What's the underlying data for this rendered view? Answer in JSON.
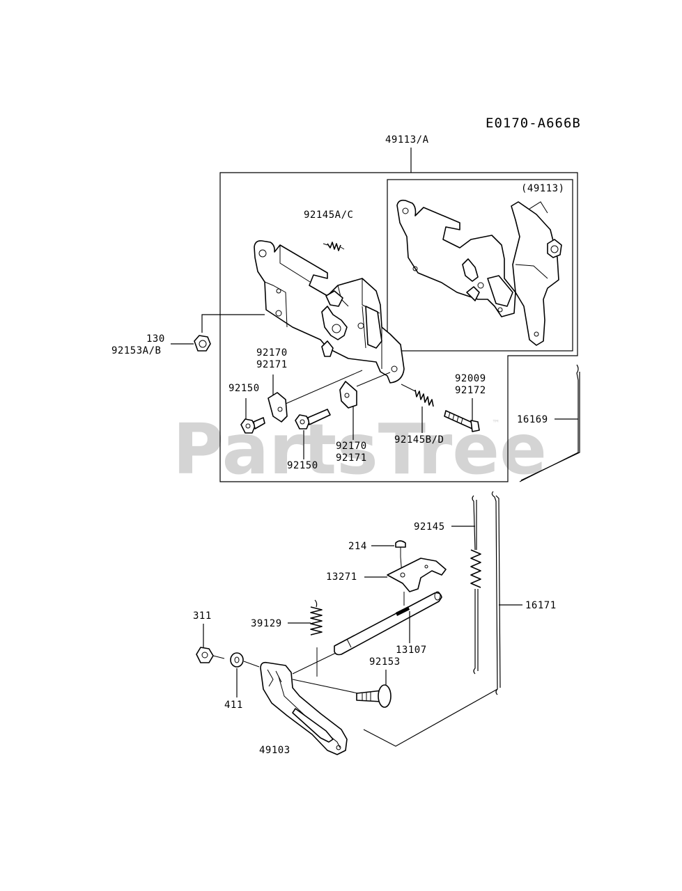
{
  "diagram_code": "E0170-A666B",
  "watermark": "PartsTree",
  "watermark_tm": "™",
  "labels": {
    "assembly": "49113/A",
    "inset": "(49113)",
    "spring_ac": "92145A/C",
    "bolt_130": "130",
    "bolt_92153ab": "92153A/B",
    "plate_a_1": "92170",
    "plate_a_2": "92171",
    "screw_left": "92150",
    "screw_right": "92150",
    "plate_b_1": "92170",
    "plate_b_2": "92171",
    "spring_bd": "92145B/D",
    "bolt_92009": "92009",
    "bolt_92172": "92172",
    "rod_16169": "16169",
    "spring_92145": "92145",
    "screw_214": "214",
    "plate_13271": "13271",
    "rod_16171": "16171",
    "nut_311": "311",
    "spring_39129": "39129",
    "shaft_13107": "13107",
    "pin_92153": "92153",
    "washer_411": "411",
    "lever_49103": "49103"
  }
}
